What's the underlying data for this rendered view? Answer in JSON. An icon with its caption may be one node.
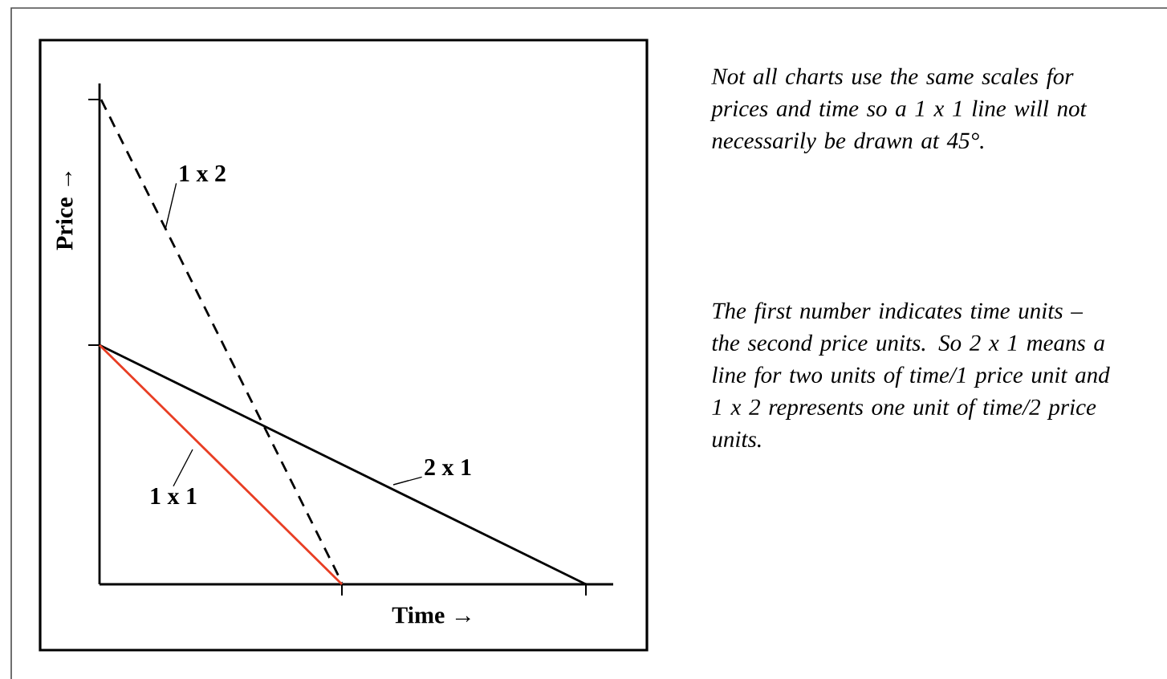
{
  "diagram": {
    "nodes": [
      {
        "text": [
          "1 x 2"
        ]
      },
      {
        "text": [
          "2 x 1"
        ]
      },
      {
        "text": [
          "1 x 1"
        ]
      }
    ],
    "edges": [
      {
        "from": 0,
        "to": null,
        "arrow": "none"
      },
      {
        "from": 1,
        "to": null,
        "arrow": "none"
      },
      {
        "from": 2,
        "to": null,
        "arrow": "none"
      }
    ],
    "labels": [
      "Price →",
      "Time →",
      "Not all charts use the same scales for prices and time so a 1 x 1 line will not necessarily be drawn at 45°.",
      "The first number indicates time units – the second price units. So 2 x 1 means a line for two units of time/1 price unit and 1 x 2 represents one unit of time/2 price units."
    ]
  }
}
